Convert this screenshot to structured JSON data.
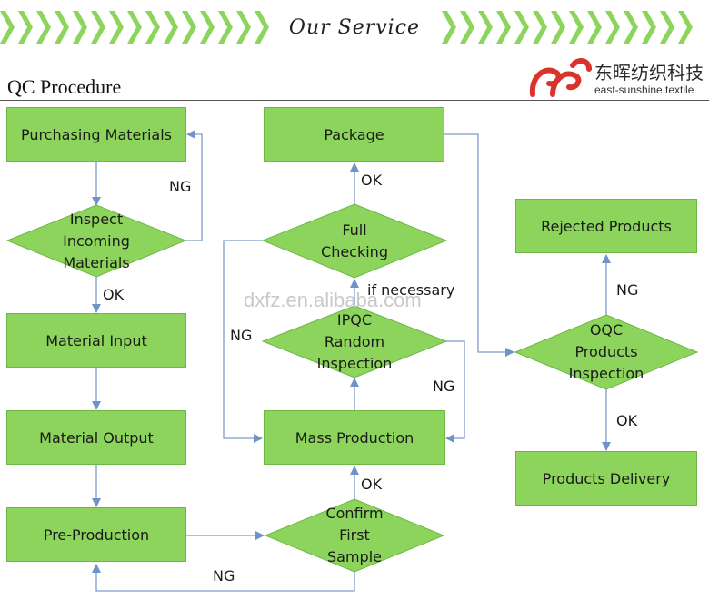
{
  "header": {
    "banner_title": "Our Service",
    "page_title": "QC Procedure",
    "logo_cn": "东晖纺织科技",
    "logo_en": "east-sunshine textile",
    "accent_color": "#8cd45c",
    "logo_color": "#d9342b"
  },
  "watermark": "dxfz.en.alibaba.com",
  "nodes": {
    "purchasing": "Purchasing Materials",
    "inspect": "Inspect\nIncoming\nMaterials",
    "material_input": "Material Input",
    "material_output": "Material Output",
    "pre_production": "Pre-Production",
    "confirm": "Confirm\nFirst\nSample",
    "mass_production": "Mass Production",
    "ipqc": "IPQC\nRandom\nInspection",
    "full_checking": "Full\nChecking",
    "package": "Package",
    "oqc": "OQC\nProducts\nInspection",
    "rejected": "Rejected Products",
    "delivery": "Products Delivery"
  },
  "edge_labels": {
    "inspect_ng": "NG",
    "inspect_ok": "OK",
    "confirm_ok": "OK",
    "confirm_ng": "NG",
    "ipqc_ng_right": "NG",
    "ipqc_ng_left": "NG",
    "ipqc_if_necessary": "if necessary",
    "full_ok": "OK",
    "oqc_ng": "NG",
    "oqc_ok": "OK"
  }
}
